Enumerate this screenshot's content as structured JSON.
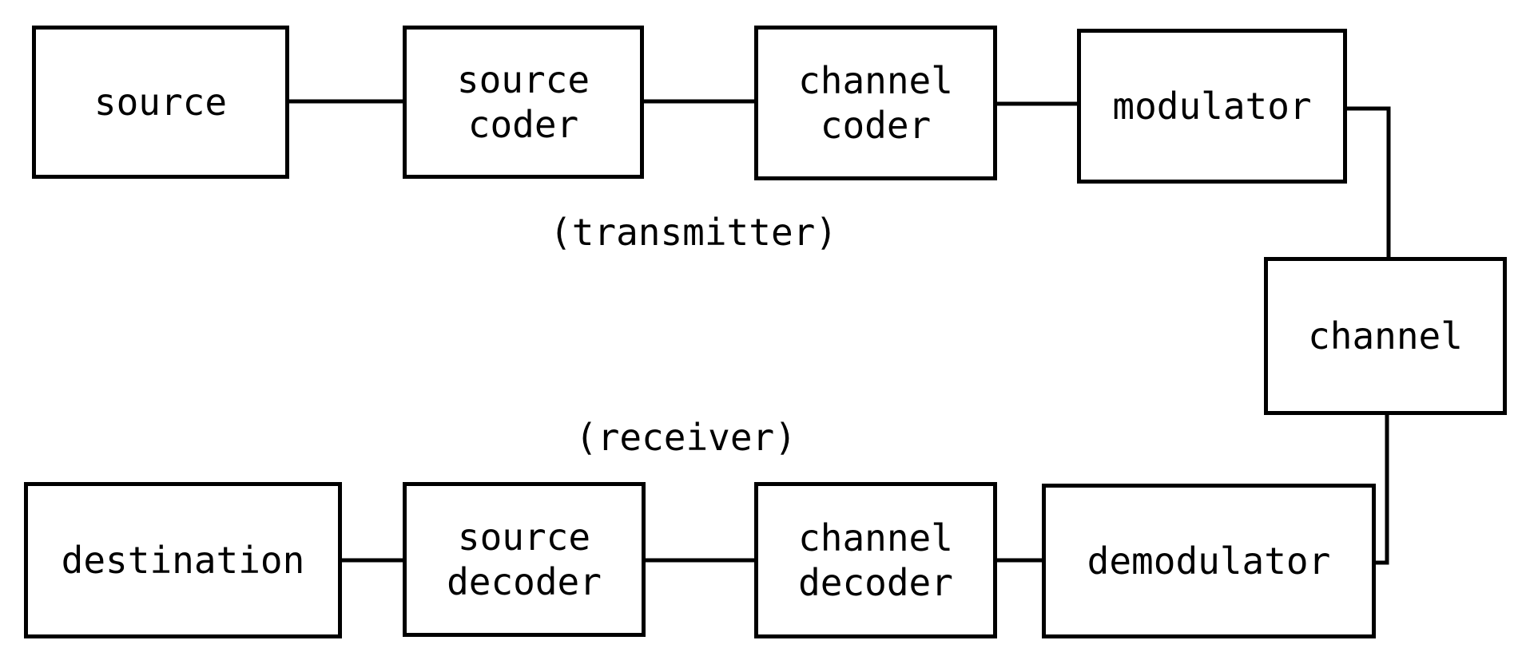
{
  "transmitter": {
    "caption": "(transmitter)",
    "blocks": {
      "source": [
        "source"
      ],
      "source_coder": [
        "source",
        "coder"
      ],
      "channel_coder": [
        "channel",
        "coder"
      ],
      "modulator": [
        "modulator"
      ]
    }
  },
  "channel": {
    "label": [
      "channel"
    ]
  },
  "receiver": {
    "caption": "(receiver)",
    "blocks": {
      "destination": [
        "destination"
      ],
      "source_decoder": [
        "source",
        "decoder"
      ],
      "channel_decoder": [
        "channel",
        "decoder"
      ],
      "demodulator": [
        "demodulator"
      ]
    }
  },
  "colors": {
    "stroke": "#000000",
    "background": "#ffffff"
  }
}
